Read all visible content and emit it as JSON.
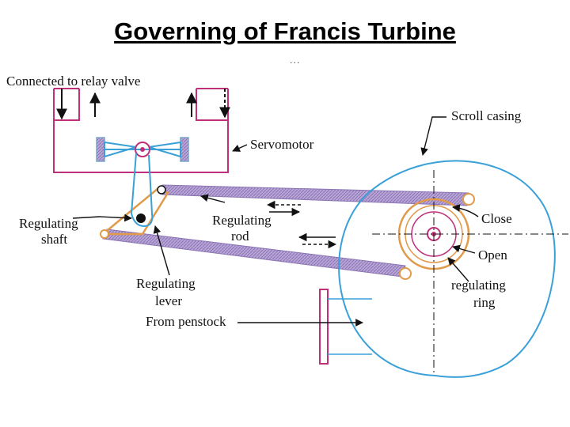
{
  "title": "Governing of Francis Turbine",
  "ellipsis": "...",
  "labels": {
    "relay_valve": "Connected to relay valve",
    "servomotor": "Servomotor",
    "scroll_casing": "Scroll casing",
    "regulating_shaft_1": "Regulating",
    "regulating_shaft_2": "shaft",
    "regulating_rod_1": "Regulating",
    "regulating_rod_2": "rod",
    "close": "Close",
    "open": "Open",
    "regulating_ring_1": "regulating",
    "regulating_ring_2": "ring",
    "regulating_lever_1": "Regulating",
    "regulating_lever_2": "lever",
    "from_penstock": "From penstock"
  },
  "colors": {
    "outline_magenta": "#c0307a",
    "rod_fill": "#b9a6d6",
    "servo_blue": "#7aa6c8",
    "casing_blue": "#3aa0d8",
    "ring_orange": "#e09a4a",
    "ink": "#111111"
  }
}
